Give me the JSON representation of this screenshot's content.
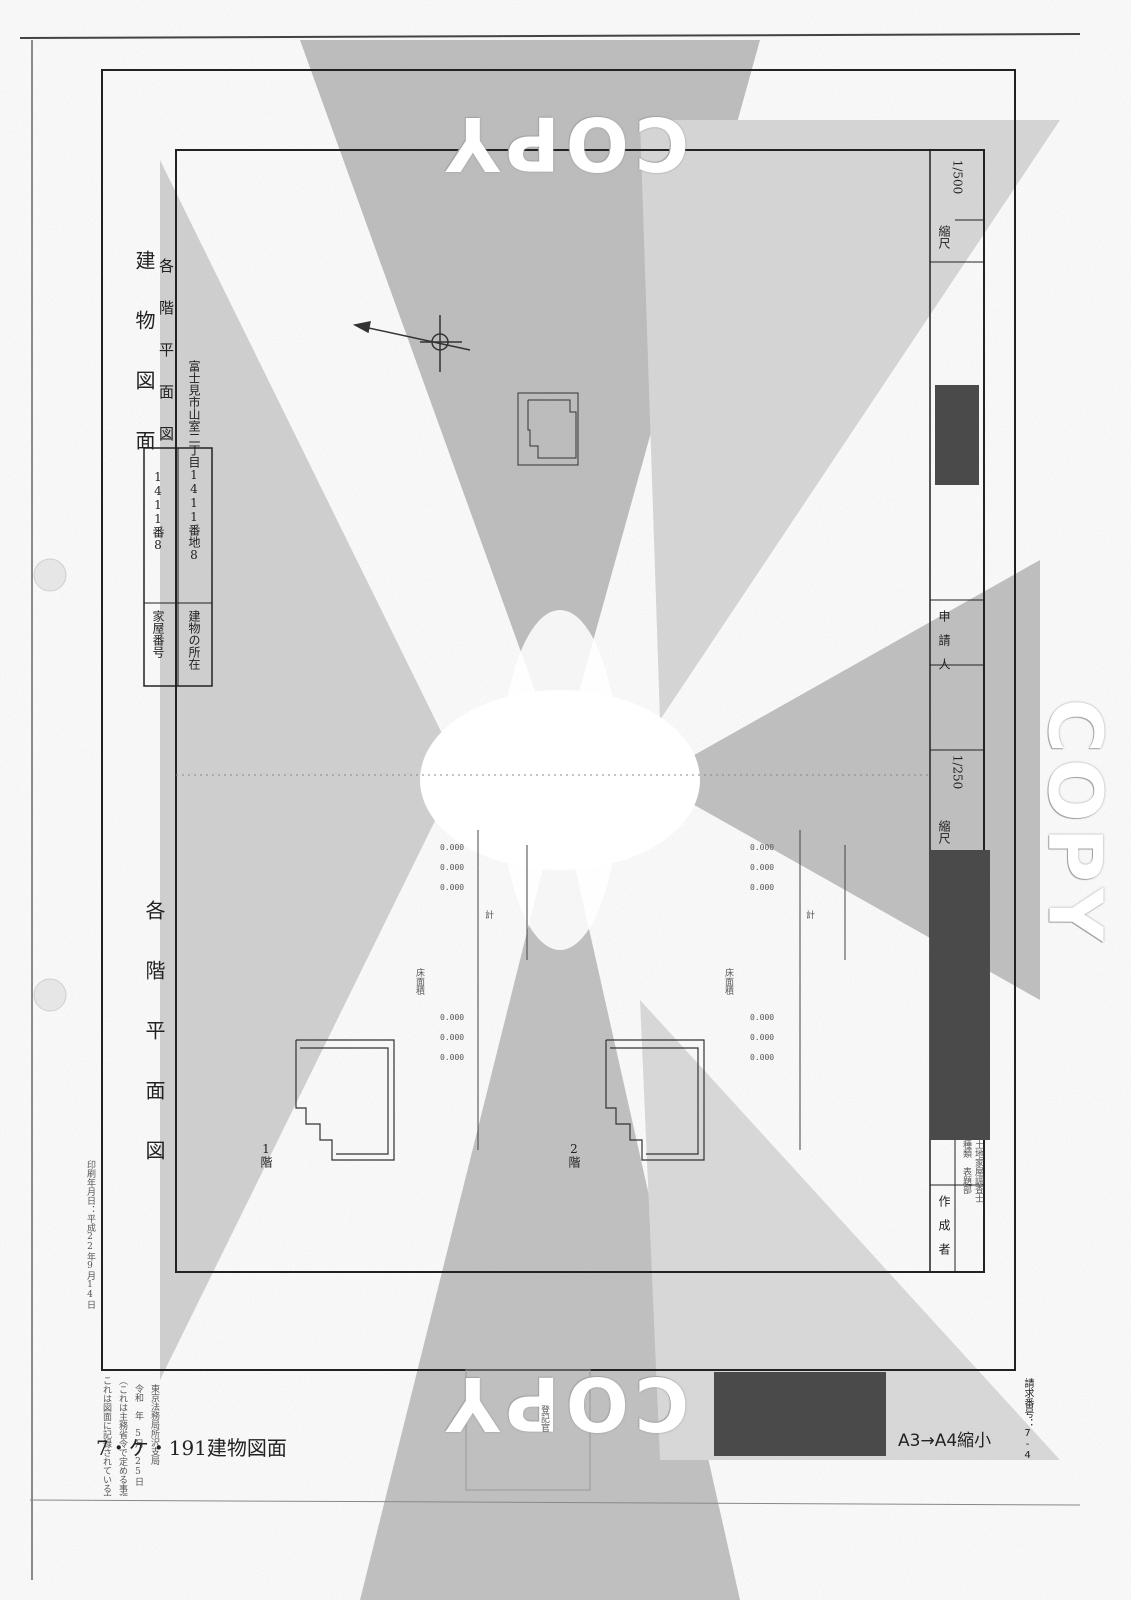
{
  "header": {
    "building_number_label": "家屋番号",
    "building_number": "1411番8",
    "location_label": "建物の所在",
    "location": "富士見市山室二丁目1411番地8",
    "title_building": "建　物　図　面",
    "title_floor": "各　階　平　面　図",
    "title_floor_plan": "各　階　平　面　図"
  },
  "scales": {
    "scale_label": "縮尺",
    "building_scale": "1/500",
    "floor_scale": "1/250"
  },
  "applicant_label": "申　請　人",
  "creator_label": "作　成　者",
  "creator_sub1": "種類　表題部",
  "creator_sub2": "土地家屋調査士",
  "floors": {
    "floor1": "1階",
    "floor2": "2階",
    "floor1_area_label": "床面積",
    "floor2_area_label": "床面積",
    "total_label": "計"
  },
  "print_date": "印刷年月日：平成22年9月14日",
  "footer": {
    "note1": "これは図面に記録されている内容を証明した書面である。",
    "note2": "（これは主務省令で定める事項を記録した書面である）",
    "date": "令和　年　5月　25日",
    "office": "東京法務局所沢支局",
    "doc_ref": "7・ケ・191建物図面",
    "resize_note": "A3→A4縮小",
    "request_no": "請求番号：7-4",
    "registrar": "登記官"
  },
  "watermark": {
    "text": "COPY"
  }
}
